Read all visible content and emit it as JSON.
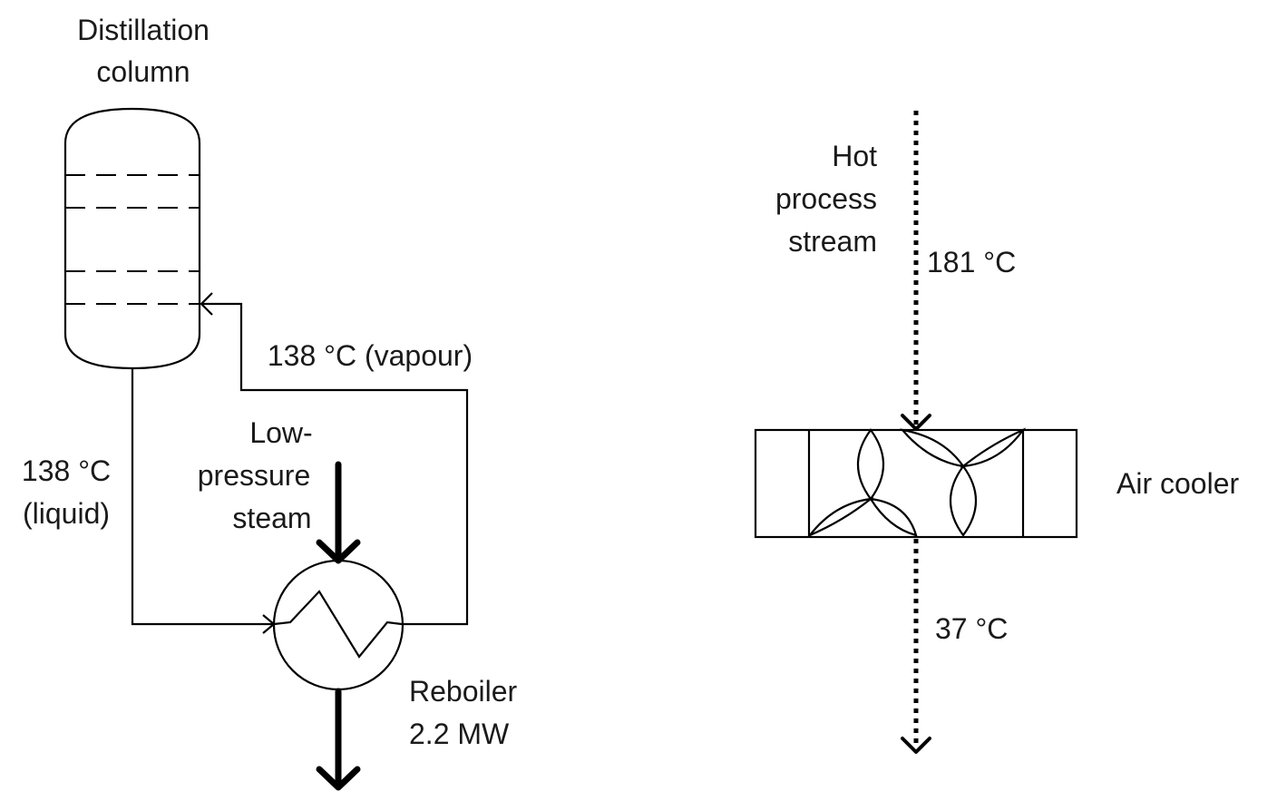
{
  "labels": {
    "distillation_line1": "Distillation",
    "distillation_line2": "column",
    "liquid_temp_line1": "138 °C",
    "liquid_temp_line2": "(liquid)",
    "vapour_temp": "138 °C (vapour)",
    "steam_line1": "Low-",
    "steam_line2": "pressure",
    "steam_line3": "steam",
    "reboiler_line1": "Reboiler",
    "reboiler_line2": "2.2 MW",
    "hot_line1": "Hot",
    "hot_line2": "process",
    "hot_line3": "stream",
    "inlet_temp": "181 °C",
    "air_cooler": "Air cooler",
    "outlet_temp": "37 °C"
  }
}
